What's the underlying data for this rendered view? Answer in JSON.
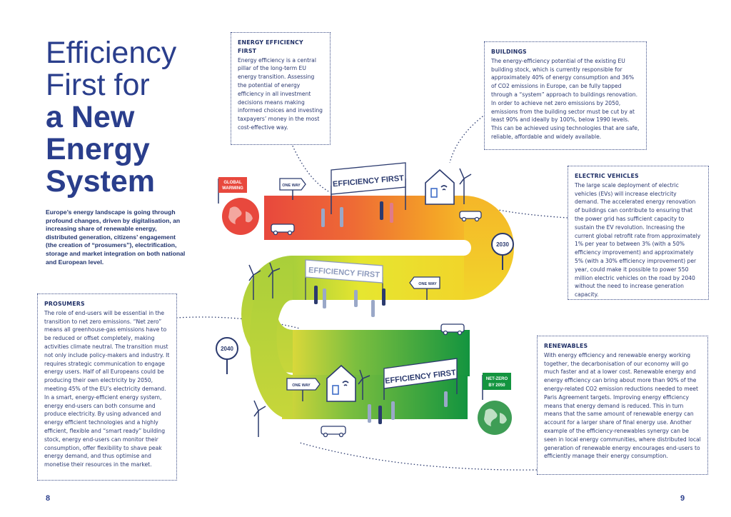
{
  "title": {
    "line1": "Efficiency",
    "line2": "First for",
    "line3": "a New",
    "line4": "Energy",
    "line5": "System"
  },
  "intro": "Europe’s energy landscape is going through profound changes, driven by digitalisation, an increasing share of renewable energy, distributed generation, citizens’ engagement (the creation of “prosumers”), electrification, storage and market integration on both national and European level.",
  "boxes": {
    "efficiency_first": {
      "heading": "ENERGY EFFICIENCY FIRST",
      "body": "Energy efficiency is a central pillar of the long-term EU energy transition. Assessing the potential of energy efficiency in all investment decisions means making informed choices and investing taxpayers’ money in the most cost-effective way."
    },
    "buildings": {
      "heading": "BUILDINGS",
      "body": "The energy-efficiency potential of the existing EU building stock, which is currently responsible for approximately 40% of energy consumption and 36% of CO2 emissions in Europe, can be fully tapped through a “system” approach to buildings renovation. In order to achieve net zero emissions by 2050, emissions from the building sector must be cut by at least 90% and ideally by 100%, below 1990 levels. This can be achieved using technologies that are safe, reliable, affordable and widely available."
    },
    "electric_vehicles": {
      "heading": "ELECTRIC VEHICLES",
      "body": "The large scale deployment of electric vehicles (EVs) will increase electricity demand. The accelerated energy renovation of buildings can contribute to ensuring that the power grid has sufficient capacity to sustain the EV revolution. Increasing the current global retrofit rate from approximately 1% per year to between 3% (with a 50% efficiency improvement) and approximately 5% (with a 30% efficiency improvement) per year, could make it possible to power 550 million electric vehicles on the road by 2040 without the need to increase generation capacity."
    },
    "prosumers": {
      "heading": "PROSUMERS",
      "body": "The role of end-users will be essential in the transition to net zero emissions. “Net zero” means all greenhouse-gas emissions have to be reduced or offset completely, making activities climate neutral. The transition must not only include policy-makers and industry. It requires strategic communication to engage energy users. Half of all Europeans could be producing their own electricity by 2050, meeting 45% of the EU’s electricity demand. In a smart, energy-efficient energy system, energy end-users can both consume and produce electricity. By using advanced and energy efficient technologies and a highly efficient, flexible and “smart ready” building stock, energy end-users can monitor their consumption, offer flexibility to shave peak energy demand, and thus optimise and monetise their resources in the market."
    },
    "renewables": {
      "heading": "RENEWABLES",
      "body": "With energy efficiency and renewable energy working together, the decarbonisation of our economy will go much faster and at a lower cost. Renewable energy and energy efficiency can bring about more than 90% of the energy-related CO2 emission reductions needed to meet Paris Agreement targets. Improving energy efficiency means that energy demand is reduced. This in turn means that the same amount of renewable energy can account for a larger share of final energy use. Another example of the efficiency-renewables synergy can be seen in local energy communities, where distributed local generation of renewable energy encourages end-users to efficiently manage their energy consumption."
    }
  },
  "road": {
    "global_warming": {
      "line1": "GLOBAL",
      "line2": "WARMING"
    },
    "net_zero": {
      "line1": "NET-ZERO",
      "line2": "BY 2050"
    },
    "milestone_2030": "2030",
    "milestone_2040": "2040",
    "one_way": "ONE WAY",
    "banner": "EFFICIENCY FIRST"
  },
  "page_numbers": {
    "left": "8",
    "right": "9"
  },
  "colors": {
    "title": "#2a3e8c",
    "road_red": "#e8483d",
    "road_orange": "#f4a227",
    "road_yellow": "#f1e229",
    "road_green": "#13943f",
    "ink": "#2b3a6e"
  }
}
